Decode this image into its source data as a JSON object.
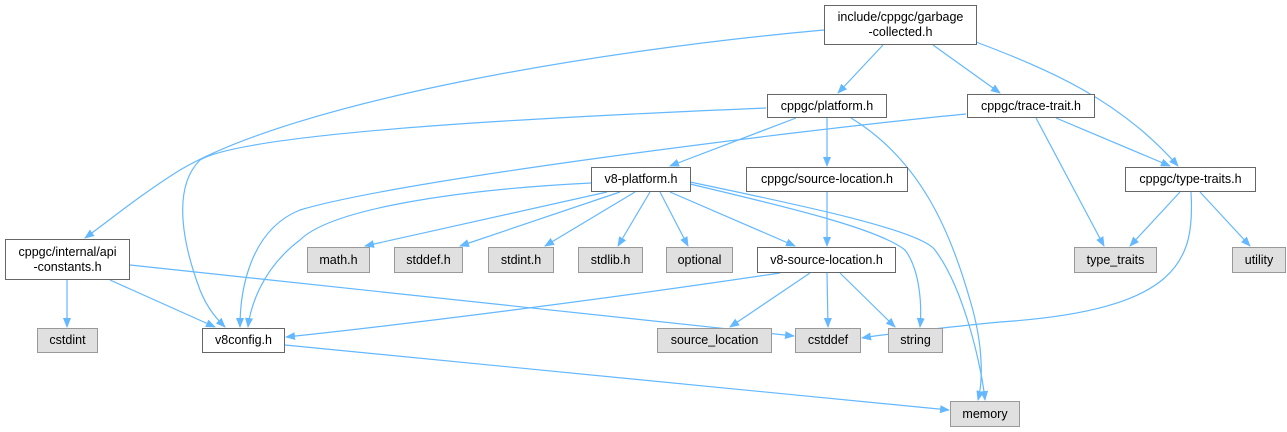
{
  "colors": {
    "edge": "#63b8ff",
    "root_fill": "#999999",
    "external_fill": "#e0e0e0",
    "local_fill": "#ffffff"
  },
  "nodes": {
    "gc": {
      "label": "include/cppgc/garbage\n-collected.h",
      "kind": "root"
    },
    "platform": {
      "label": "cppgc/platform.h",
      "kind": "local"
    },
    "trace": {
      "label": "cppgc/trace-trait.h",
      "kind": "local"
    },
    "v8platform": {
      "label": "v8-platform.h",
      "kind": "local"
    },
    "srcloc": {
      "label": "cppgc/source-location.h",
      "kind": "local"
    },
    "typetraits": {
      "label": "cppgc/type-traits.h",
      "kind": "local"
    },
    "api": {
      "label": "cppgc/internal/api\n-constants.h",
      "kind": "local"
    },
    "math": {
      "label": "math.h",
      "kind": "ext"
    },
    "stddef": {
      "label": "stddef.h",
      "kind": "ext"
    },
    "stdint": {
      "label": "stdint.h",
      "kind": "ext"
    },
    "stdlib": {
      "label": "stdlib.h",
      "kind": "ext"
    },
    "optional": {
      "label": "optional",
      "kind": "ext"
    },
    "v8sl": {
      "label": "v8-source-location.h",
      "kind": "local"
    },
    "type_traits": {
      "label": "type_traits",
      "kind": "ext"
    },
    "utility": {
      "label": "utility",
      "kind": "ext"
    },
    "cstdint": {
      "label": "cstdint",
      "kind": "ext"
    },
    "v8config": {
      "label": "v8config.h",
      "kind": "local"
    },
    "source_location": {
      "label": "source_location",
      "kind": "ext"
    },
    "cstddef": {
      "label": "cstddef",
      "kind": "ext"
    },
    "string": {
      "label": "string",
      "kind": "ext"
    },
    "memory": {
      "label": "memory",
      "kind": "ext"
    }
  },
  "edges": [
    [
      "gc",
      "api"
    ],
    [
      "gc",
      "platform"
    ],
    [
      "gc",
      "trace"
    ],
    [
      "gc",
      "typetraits"
    ],
    [
      "platform",
      "v8config"
    ],
    [
      "platform",
      "v8platform"
    ],
    [
      "platform",
      "srcloc"
    ],
    [
      "platform",
      "memory"
    ],
    [
      "trace",
      "v8config"
    ],
    [
      "trace",
      "typetraits"
    ],
    [
      "trace",
      "type_traits"
    ],
    [
      "v8platform",
      "v8config"
    ],
    [
      "v8platform",
      "math"
    ],
    [
      "v8platform",
      "stddef"
    ],
    [
      "v8platform",
      "stdint"
    ],
    [
      "v8platform",
      "stdlib"
    ],
    [
      "v8platform",
      "optional"
    ],
    [
      "v8platform",
      "v8sl"
    ],
    [
      "v8platform",
      "string"
    ],
    [
      "v8platform",
      "memory"
    ],
    [
      "srcloc",
      "v8sl"
    ],
    [
      "typetraits",
      "type_traits"
    ],
    [
      "typetraits",
      "utility"
    ],
    [
      "typetraits",
      "cstddef"
    ],
    [
      "api",
      "cstdint"
    ],
    [
      "api",
      "v8config"
    ],
    [
      "api",
      "cstddef"
    ],
    [
      "v8sl",
      "v8config"
    ],
    [
      "v8sl",
      "source_location"
    ],
    [
      "v8sl",
      "cstddef"
    ],
    [
      "v8sl",
      "string"
    ],
    [
      "v8config",
      "memory"
    ]
  ]
}
